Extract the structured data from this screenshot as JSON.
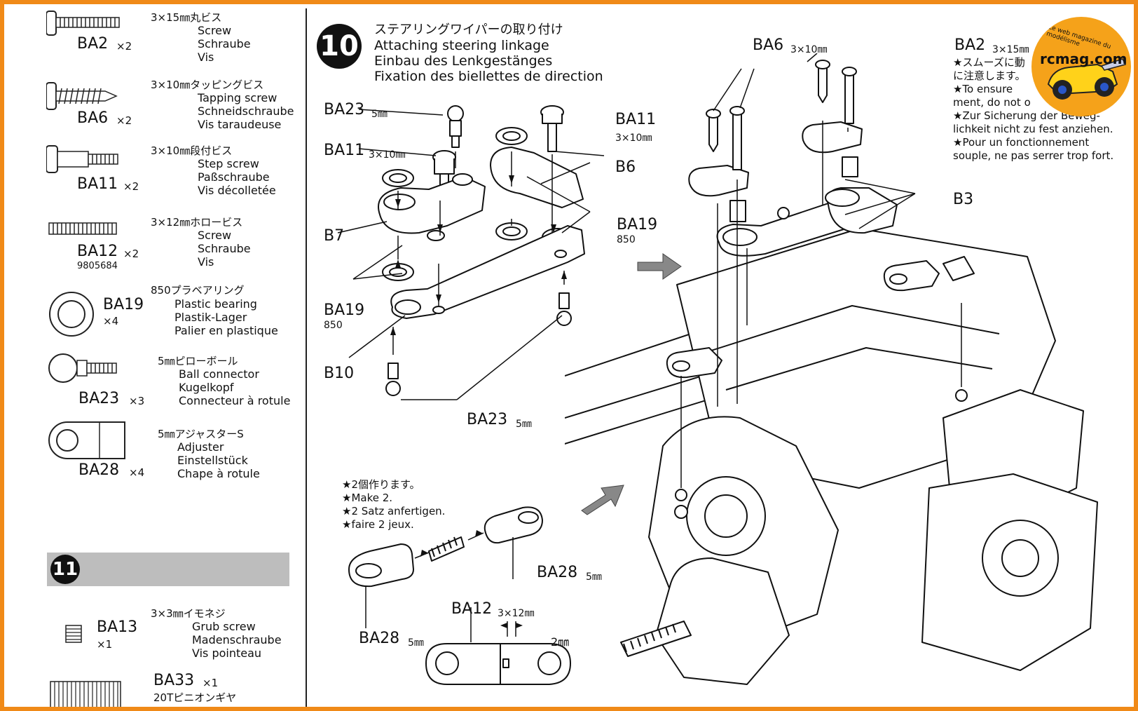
{
  "parts": [
    {
      "code": "BA2",
      "qty": "×2",
      "jp": "3×15㎜丸ビス",
      "en": "Screw",
      "de": "Schraube",
      "fr": "Vis",
      "icon": "screw-icon"
    },
    {
      "code": "BA6",
      "qty": "×2",
      "jp": "3×10㎜タッピングビス",
      "en": "Tapping screw",
      "de": "Schneidschraube",
      "fr": "Vis taraudeuse",
      "icon": "tapping-screw-icon"
    },
    {
      "code": "BA11",
      "qty": "×2",
      "jp": "3×10㎜段付ビス",
      "en": "Step screw",
      "de": "Paßschraube",
      "fr": "Vis décolletée",
      "icon": "step-screw-icon"
    },
    {
      "code": "BA12",
      "qty": "×2",
      "jp": "3×12㎜ホロービス",
      "en": "Screw",
      "de": "Schraube",
      "fr": "Vis",
      "extra": "9805684",
      "icon": "hollow-screw-icon"
    },
    {
      "code": "BA19",
      "qty": "×4",
      "jp": "850プラベアリング",
      "en": "Plastic bearing",
      "de": "Plastik-Lager",
      "fr": "Palier en plastique",
      "icon": "bearing-icon"
    },
    {
      "code": "BA23",
      "qty": "×3",
      "jp": "5㎜ピローボール",
      "en": "Ball connector",
      "de": "Kugelkopf",
      "fr": "Connecteur à rotule",
      "icon": "ball-connector-icon"
    },
    {
      "code": "BA28",
      "qty": "×4",
      "jp": "5㎜アジャスターS",
      "en": "Adjuster",
      "de": "Einstellstück",
      "fr": "Chape à rotule",
      "icon": "adjuster-icon"
    }
  ],
  "step11": {
    "number": "11",
    "parts": [
      {
        "code": "BA13",
        "qty": "×1",
        "jp": "3×3㎜イモネジ",
        "en": "Grub screw",
        "de": "Madenschraube",
        "fr": "Vis pointeau",
        "icon": "grub-screw-icon"
      },
      {
        "code": "BA33",
        "qty": "×1",
        "jp": "20Tピニオンギヤ",
        "icon": "pinion-gear-icon"
      }
    ]
  },
  "step10": {
    "number": "10",
    "title_jp": "ステアリングワイパーの取り付け",
    "title_en": "Attaching steering linkage",
    "title_de": "Einbau des Lenkgestänges",
    "title_fr": "Fixation des biellettes de direction"
  },
  "labels": {
    "ba23_top": "BA23",
    "ba23_top_size": "5㎜",
    "ba11_left": "BA11",
    "ba11_left_size": "3×10㎜",
    "ba11_right": "BA11",
    "ba11_right_size": "3×10㎜",
    "b6": "B6",
    "b7": "B7",
    "ba19_left": "BA19",
    "ba19_left_sub": "850",
    "ba19_right": "BA19",
    "ba19_right_sub": "850",
    "b10": "B10",
    "ba23_bottom": "BA23",
    "ba23_bottom_size": "5㎜",
    "ba6": "BA6",
    "ba6_size": "3×10㎜",
    "ba2": "BA2",
    "ba2_size": "3×15㎜",
    "b3": "B3",
    "ba28_right": "BA28",
    "ba28_right_size": "5㎜",
    "ba28_left": "BA28",
    "ba28_left_size": "5㎜",
    "ba12": "BA12",
    "ba12_size": "3×12㎜",
    "gap": "2㎜"
  },
  "note_ba2": [
    "★スムーズに動",
    "に注意します。",
    "★To ensure",
    "ment, do not o",
    "★Zur Sicherung der Beweg-",
    "lichkeit nicht zu fest anziehen.",
    "★Pour un fonctionnement",
    "souple, ne pas serrer trop fort."
  ],
  "note_make2": [
    "★2個作ります。",
    "★Make 2.",
    "★2 Satz anfertigen.",
    "★faire 2 jeux."
  ],
  "logo": {
    "text": "rcmag.com",
    "arc": "Le web magazine du modélisme"
  },
  "colors": {
    "frame": "#f08a18",
    "logo": "#f5a21a",
    "bar": "#bdbdbd"
  }
}
